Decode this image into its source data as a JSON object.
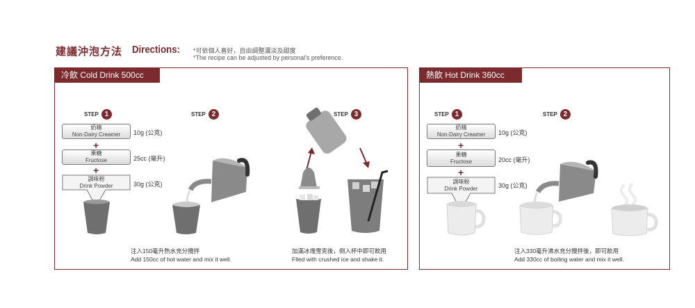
{
  "header": {
    "title_zh": "建議沖泡方法",
    "title_en": "Directions:",
    "note_zh": "*可依個人喜好，自由調整濃淡及甜度",
    "note_en": "*The recipe can be adjusted by personal's preference."
  },
  "cold": {
    "tab": "冷飲 Cold  Drink  500cc",
    "step1": {
      "label": "STEP",
      "num": "1"
    },
    "step2": {
      "label": "STEP",
      "num": "2"
    },
    "step3": {
      "label": "STEP",
      "num": "3"
    },
    "ingredients": [
      {
        "zh": "奶精",
        "en": "Non-Dairy Creamer",
        "amount": "10g (公克)"
      },
      {
        "zh": "果糖",
        "en": "Fructose",
        "amount": "25cc (毫升)"
      },
      {
        "zh": "調味粉",
        "en": "Drink Powder",
        "amount": "30g (公克)"
      }
    ],
    "plus": "+",
    "caption2_zh": "注入150毫升熱水充分攪拌",
    "caption2_en": "Add 150cc of hot water and mix it well.",
    "caption3_zh": "加滿冰塊雪克後，倒入杯中即可飲用",
    "caption3_en": "Flled with crushed ice and shake it."
  },
  "hot": {
    "tab": "熱飲 Hot  Drink  360cc",
    "step1": {
      "label": "STEP",
      "num": "1"
    },
    "step2": {
      "label": "STEP",
      "num": "2"
    },
    "ingredients": [
      {
        "zh": "奶精",
        "en": "Non-Dairy Creamer",
        "amount": "10g (公克)"
      },
      {
        "zh": "果糖",
        "en": "Fructose",
        "amount": "20cc (毫升)"
      },
      {
        "zh": "調味粉",
        "en": "Drink Powder",
        "amount": "30g (公克)"
      }
    ],
    "plus": "+",
    "caption_zh": "注入330毫升沸水充分攪拌後，即可飲用",
    "caption_en": "Add 330cc of boiling water and mix it well."
  },
  "colors": {
    "accent": "#7b2a2e",
    "cup_gray": "#6f6f6f",
    "cup_light": "#e9e9e9"
  }
}
